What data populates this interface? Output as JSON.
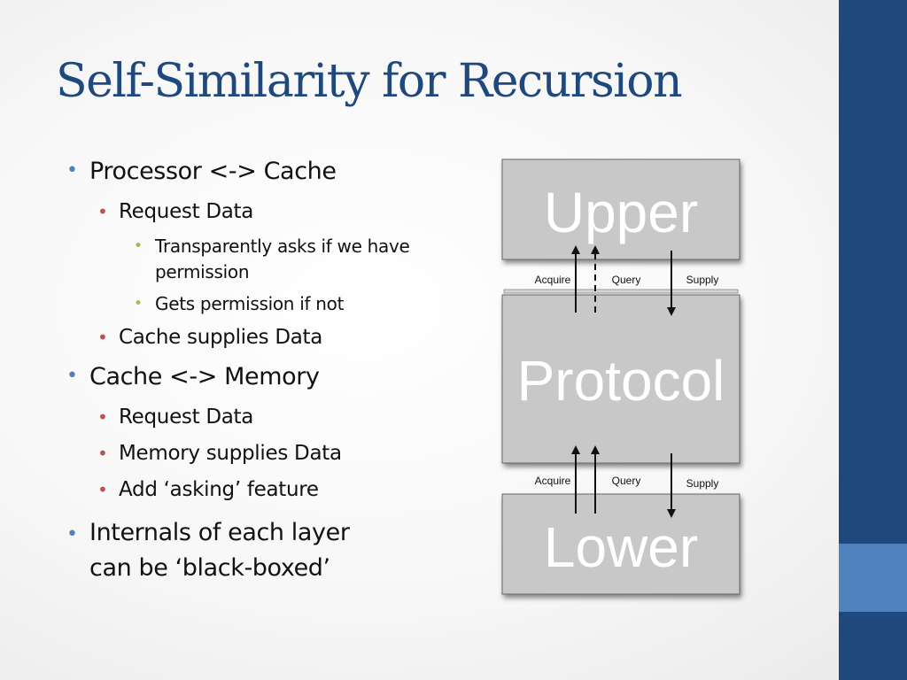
{
  "slide": {
    "title": "Self-Similarity for Recursion",
    "bullets": {
      "b1": "Processor <-> Cache",
      "b1_1": "Request Data",
      "b1_1_1": "Transparently asks if we have permission",
      "b1_1_2": "Gets permission if not",
      "b1_2": "Cache supplies Data",
      "b2": "Cache <-> Memory",
      "b2_1": "Request Data",
      "b2_2": "Memory supplies Data",
      "b2_3": "Add ‘asking’ feature",
      "b3": "Internals of each layer can be ‘black-boxed’"
    },
    "bullet_glyph": "•"
  },
  "diagram": {
    "upper_label": "Upper",
    "protocol_label": "Protocol",
    "lower_label": "Lower",
    "top_arrows": {
      "acquire": "Acquire",
      "query": "Query",
      "supply": "Supply"
    },
    "bottom_arrows": {
      "acquire": "Acquire",
      "query": "Query",
      "supply": "Supply"
    }
  },
  "colors": {
    "title": "#1f497d",
    "sidebar": "#1f497d",
    "sidebar_accent": "#4f81bd",
    "bullet_level1": "#4f81bd",
    "bullet_level2": "#c0504d",
    "bullet_level3": "#9bbb59",
    "box_fill": "#c8c8c8"
  }
}
